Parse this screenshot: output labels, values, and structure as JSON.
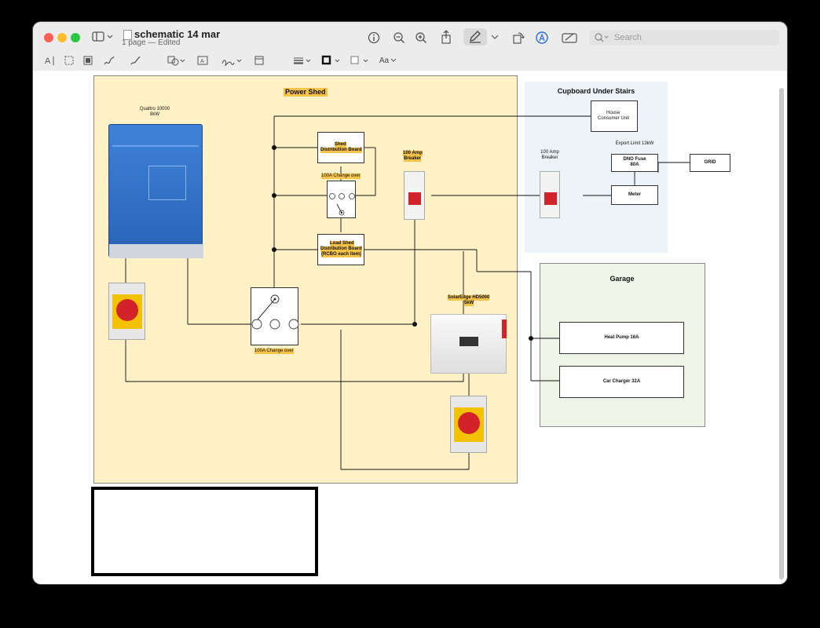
{
  "window": {
    "title": "schematic 14 mar",
    "subtitle": "1 page — Edited"
  },
  "toolbar": {
    "search_placeholder": "Search",
    "text_style_label": "Aa"
  },
  "schematic": {
    "power_shed_title": "Power Shed",
    "quattro_label_1": "Quattro 10000",
    "quattro_label_2": "8kW",
    "shed_db_label_1": "Shed",
    "shed_db_label_2": "Distribution Board",
    "changeover_top_label": "100A Change over",
    "breaker_100_label_1": "100 Amp",
    "breaker_100_label_2": "Breaker",
    "load_shed_label_1": "Load Shed",
    "load_shed_label_2": "Distribution Board",
    "load_shed_label_3": "(RCBO each item)",
    "changeover_bottom_label": "100A Change over",
    "solaredge_label_1": "SolarEdge HD5000",
    "solaredge_label_2": "5kW",
    "cupboard_title": "Cupboard Under Stairs",
    "house_cu_label_1": "House",
    "house_cu_label_2": "Consumer Unit",
    "export_limit_label": "Export Limit 13kW",
    "cupboard_breaker_label_1": "100 Amp",
    "cupboard_breaker_label_2": "Breaker",
    "dno_fuse_label_1": "DNO Fuse",
    "dno_fuse_label_2": "80A",
    "grid_label": "GRID",
    "meter_label": "Meter",
    "garage_title": "Garage",
    "heat_pump_label": "Heat Pump 16A",
    "car_charger_label": "Car Charger 32A"
  },
  "colors": {
    "power_shed_bg": "#fff1c6",
    "cupboard_bg": "#edf4f8",
    "garage_bg": "#eef4e6",
    "highlight": "#f6c34a",
    "inverter_blue": "#2f6fc6",
    "breaker_red": "#d2232a",
    "isolator_yellow": "#f2c200"
  }
}
